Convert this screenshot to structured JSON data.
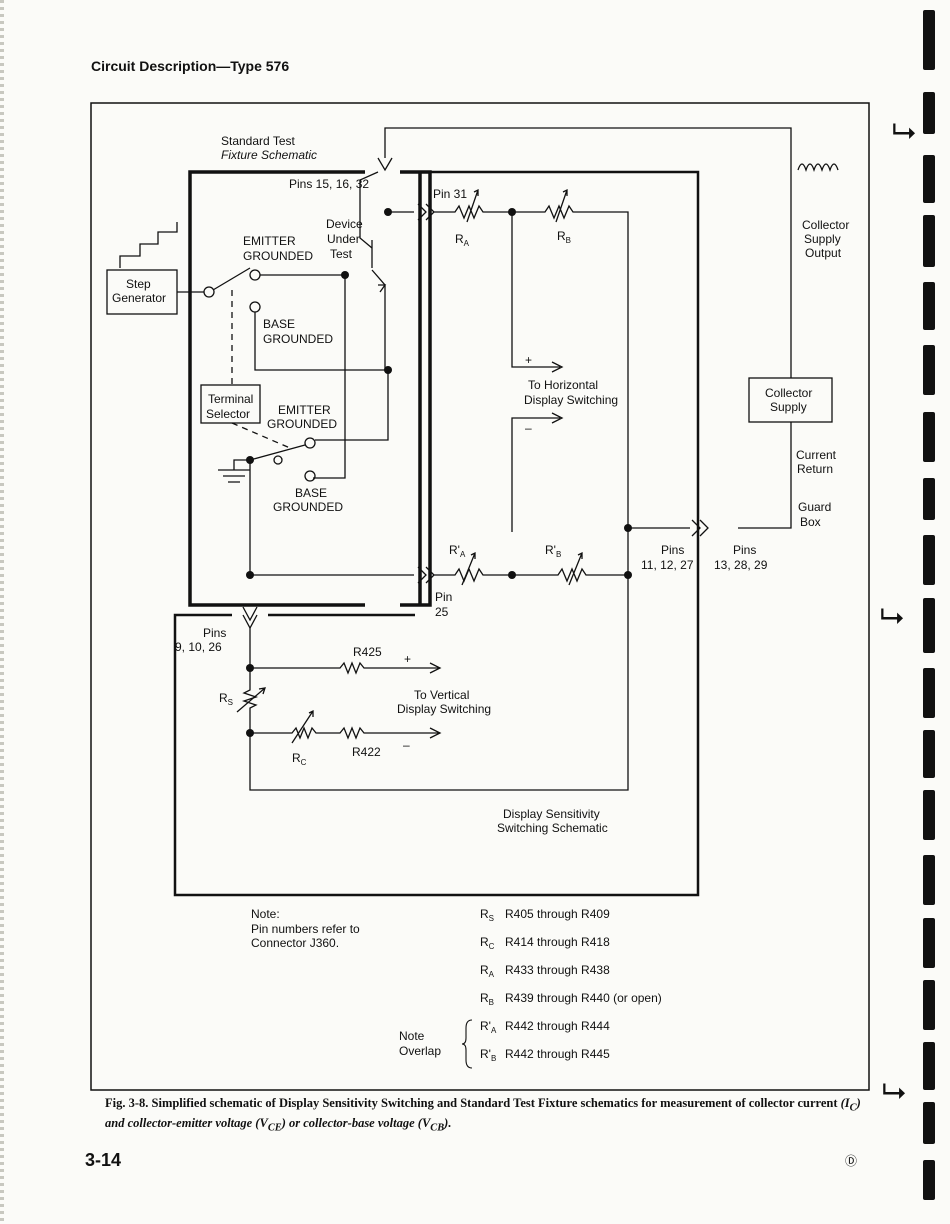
{
  "header": "Circuit Description—Type 576",
  "page_number": "3-14",
  "revision_mark": "Ⓓ",
  "labels": {
    "std_test": "Standard Test",
    "fixture_schematic": "Fixture Schematic",
    "pins_15_16_32": "Pins 15, 16, 32",
    "pin_31": "Pin 31",
    "device": "Device",
    "under": "Under",
    "test": "Test",
    "emitter_grounded": "EMITTER",
    "grounded": "GROUNDED",
    "step": "Step",
    "generator": "Generator",
    "base": "BASE",
    "terminal": "Terminal",
    "selector": "Selector",
    "emitter2": "EMITTER",
    "grounded2": "GROUNDED",
    "base2": "BASE",
    "grounded3": "GROUNDED",
    "r_a": "R",
    "r_a_sub": "A",
    "r_b": "R",
    "r_b_sub": "B",
    "plus": "+",
    "minus": "–",
    "to_horizontal": "To Horizontal",
    "display_switching": "Display Switching",
    "collector": "Collector",
    "supply": "Supply",
    "output": "Output",
    "collector_supply_box_1": "Collector",
    "collector_supply_box_2": "Supply",
    "current": "Current",
    "return": "Return",
    "guard": "Guard",
    "box": "Box",
    "pins_left": "Pins",
    "pins_left_nums": "11, 12, 27",
    "pins_right": "Pins",
    "pins_right_nums": "13, 28, 29",
    "r_a_prime": "R'",
    "r_a_prime_sub": "A",
    "r_b_prime": "R'",
    "r_b_prime_sub": "B",
    "pin_25a": "Pin",
    "pin_25b": "25",
    "pins_9": "Pins",
    "pins_9_nums": "9, 10, 26",
    "r425": "R425",
    "rs": "R",
    "rs_sub": "S",
    "to_vertical": "To Vertical",
    "display_switching2": "Display Switching",
    "rc": "R",
    "rc_sub": "C",
    "r422": "R422",
    "display_sensitivity": "Display Sensitivity",
    "switching_schematic": "Switching Schematic"
  },
  "notes": {
    "note1": "Note:",
    "note2": "Pin numbers refer to",
    "note3": "Connector J360.",
    "overlap1": "Note",
    "overlap2": "Overlap"
  },
  "legend": [
    {
      "sym": "R",
      "sub": "S",
      "text": "R405 through R409"
    },
    {
      "sym": "R",
      "sub": "C",
      "text": "R414 through R418"
    },
    {
      "sym": "R",
      "sub": "A",
      "text": "R433 through R438"
    },
    {
      "sym": "R",
      "sub": "B",
      "text": "R439 through R440 (or open)"
    },
    {
      "sym": "R'",
      "sub": "A",
      "text": "R442 through R444"
    },
    {
      "sym": "R'",
      "sub": "B",
      "text": "R442 through R445"
    }
  ],
  "caption": {
    "lead": "Fig. 3-8. Simplified schematic of Display Sensitivity Switching and Standard Test Fixture schematics for measurement of collector current",
    "tail": "(I",
    "tail_sub": "C",
    "tail2": ") and collector-emitter voltage (V",
    "tail_sub2": "CE",
    "tail3": ") or collector-base voltage (V",
    "tail_sub3": "CB",
    "tail4": ")."
  }
}
